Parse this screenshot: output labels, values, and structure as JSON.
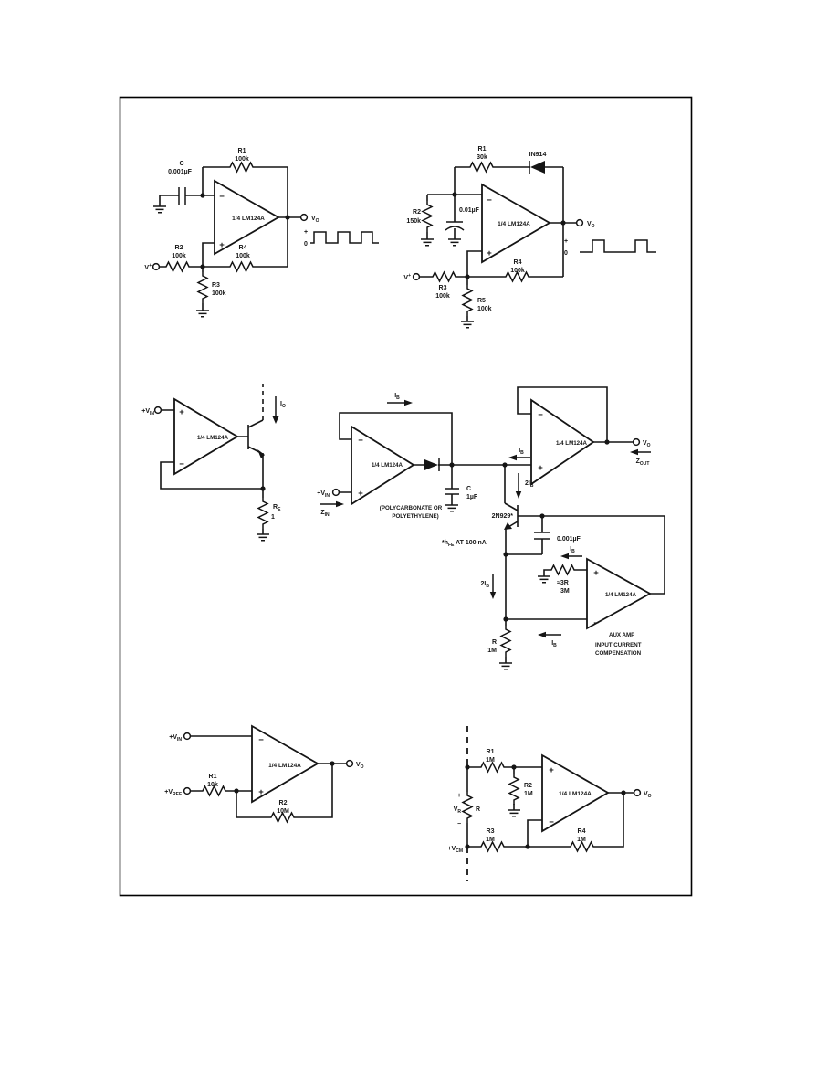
{
  "page": {
    "background": "#ffffff",
    "ink": "#151515"
  },
  "shared": {
    "amp": "1/4 LM124A",
    "plus": "+",
    "minus": "−",
    "wave_plus": "+",
    "wave_zero": "0"
  },
  "osc1": {
    "r1": "R1",
    "r1_val": "100k",
    "cap_name": "C",
    "cap_val": "0.001µF",
    "r2": "R2",
    "r2_val": "100k",
    "r3": "R3",
    "r3_val": "100k",
    "r4": "R4",
    "r4_val": "100k",
    "vplus_main": "V",
    "vplus_sup": "+",
    "vo_main": "V",
    "vo_sub": "O"
  },
  "osc2": {
    "r1": "R1",
    "r1_val": "30k",
    "diode": "IN914",
    "r2": "R2",
    "r2_val": "150k",
    "cap_val": "0.01µF",
    "r3": "R3",
    "r3_val": "100k",
    "r4": "R4",
    "r4_val": "100k",
    "r5": "R5",
    "r5_val": "100k",
    "vplus_main": "V",
    "vplus_sup": "+",
    "vo_main": "V",
    "vo_sub": "O"
  },
  "isink": {
    "vin_main": "+V",
    "vin_sub": "IN",
    "io_main": "I",
    "io_sub": "O",
    "re_main": "R",
    "re_sub": "E",
    "re_val": "1"
  },
  "comp": {
    "ib_main": "I",
    "ib_sub": "B",
    "ib2_main": "2I",
    "ib2_sub": "B",
    "vin_main": "+V",
    "vin_sub": "IN",
    "zin_main": "Z",
    "zin_sub": "IN",
    "zout_main": "Z",
    "zout_sub": "OUT",
    "cap_name": "C",
    "cap_val": "1µF",
    "poly_line1": "(POLYCARBONATE OR",
    "poly_line2": "POLYETHYLENE)",
    "transistor": "2N929*",
    "cap2_val": "0.001µF",
    "note_main": "*h",
    "note_sub": "FE",
    "note_rest": " AT 100 nA",
    "r3r": "≈3R",
    "r3r_val": "3M",
    "r_name": "R",
    "r_val": "1M",
    "aux_line1": "AUX AMP",
    "aux_line2": "INPUT CURRENT",
    "aux_line3": "COMPENSATION",
    "vo_main": "V",
    "vo_sub": "O"
  },
  "cmp": {
    "vin_main": "+V",
    "vin_sub": "IN",
    "vref_main": "+V",
    "vref_sub": "REF",
    "r1": "R1",
    "r1_val": "10k",
    "r2": "R2",
    "r2_val": "10M",
    "vo_main": "V",
    "vo_sub": "O"
  },
  "diff": {
    "r1": "R1",
    "r1_val": "1M",
    "r2": "R2",
    "r2_val": "1M",
    "r3": "R3",
    "r3_val": "1M",
    "r4": "R4",
    "r4_val": "1M",
    "r_name": "R",
    "vr_main": "V",
    "vr_sub": "R",
    "vr_plus": "+",
    "vr_minus": "−",
    "vcm_main": "+V",
    "vcm_sub": "CM",
    "vo_main": "V",
    "vo_sub": "O"
  }
}
